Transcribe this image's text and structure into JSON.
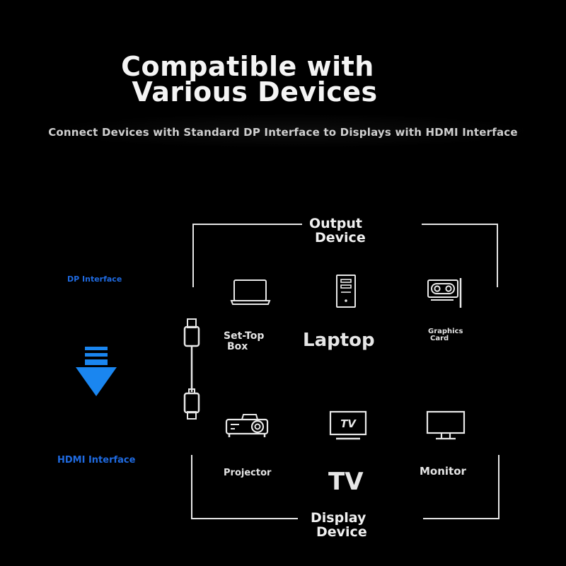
{
  "header": {
    "title_line1": "Compatible with",
    "title_line2": "Various Devices",
    "subtitle": "Connect Devices with Standard DP Interface to Displays with HDMI Interface"
  },
  "left": {
    "dp_label": "DP Interface",
    "hdmi_label": "HDMI Interface"
  },
  "output": {
    "title_line1": "Output",
    "title_line2": "Device",
    "devices": {
      "settop_line1": "Set-Top",
      "settop_line2": "Box",
      "laptop": "Laptop",
      "graphics_line1": "Graphics",
      "graphics_line2": "Card"
    }
  },
  "display": {
    "title_line1": "Display",
    "title_line2": "Device",
    "devices": {
      "projector": "Projector",
      "tv": "TV",
      "monitor": "Monitor",
      "tv_screen_text": "TV"
    }
  },
  "colors": {
    "background": "#000000",
    "accent_blue": "#1f6ae0",
    "arrow_blue": "#1a86f0",
    "line": "#e6e6e6"
  },
  "icons": {
    "laptop": "laptop-icon",
    "tower": "pc-tower-icon",
    "graphics": "graphics-card-icon",
    "projector": "projector-icon",
    "tv": "tv-icon",
    "monitor": "monitor-icon",
    "cable": "dp-hdmi-cable-icon",
    "arrow": "down-arrow-icon"
  }
}
